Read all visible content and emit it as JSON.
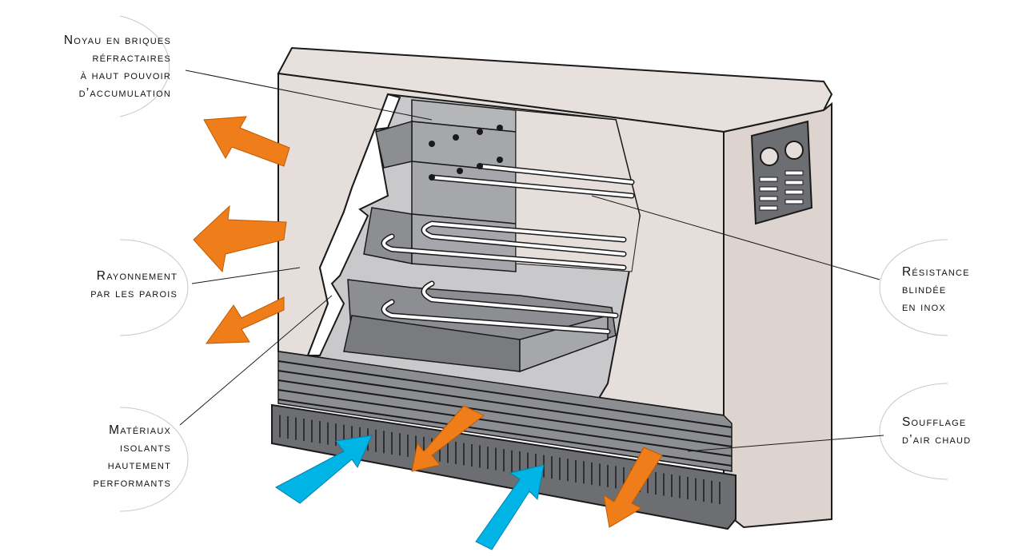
{
  "labels": {
    "core": [
      "Noyau en briques",
      "réfractaires",
      "à haut pouvoir",
      "d’accumulation"
    ],
    "radiation": [
      "Rayonnement",
      "par les parois"
    ],
    "insulation": [
      "Matériaux",
      "isolants",
      "hautement",
      "performants"
    ],
    "resistance": [
      "Résistance",
      "blindée",
      "en inox"
    ],
    "airflow": [
      "Soufflage",
      "d’air chaud"
    ]
  },
  "colors": {
    "hot_arrow": "#ef7d1a",
    "cold_arrow": "#00b4e6",
    "casing": "#e8e0dc",
    "brick_dark": "#8d8e91",
    "brick_mid": "#a6a7aa",
    "brick_light": "#c9c9cb",
    "grille": "#6d6e71",
    "outline": "#1a1a1a"
  },
  "icons": [
    "hot-air-arrow-icon",
    "cold-air-arrow-icon",
    "control-knob-icon"
  ]
}
